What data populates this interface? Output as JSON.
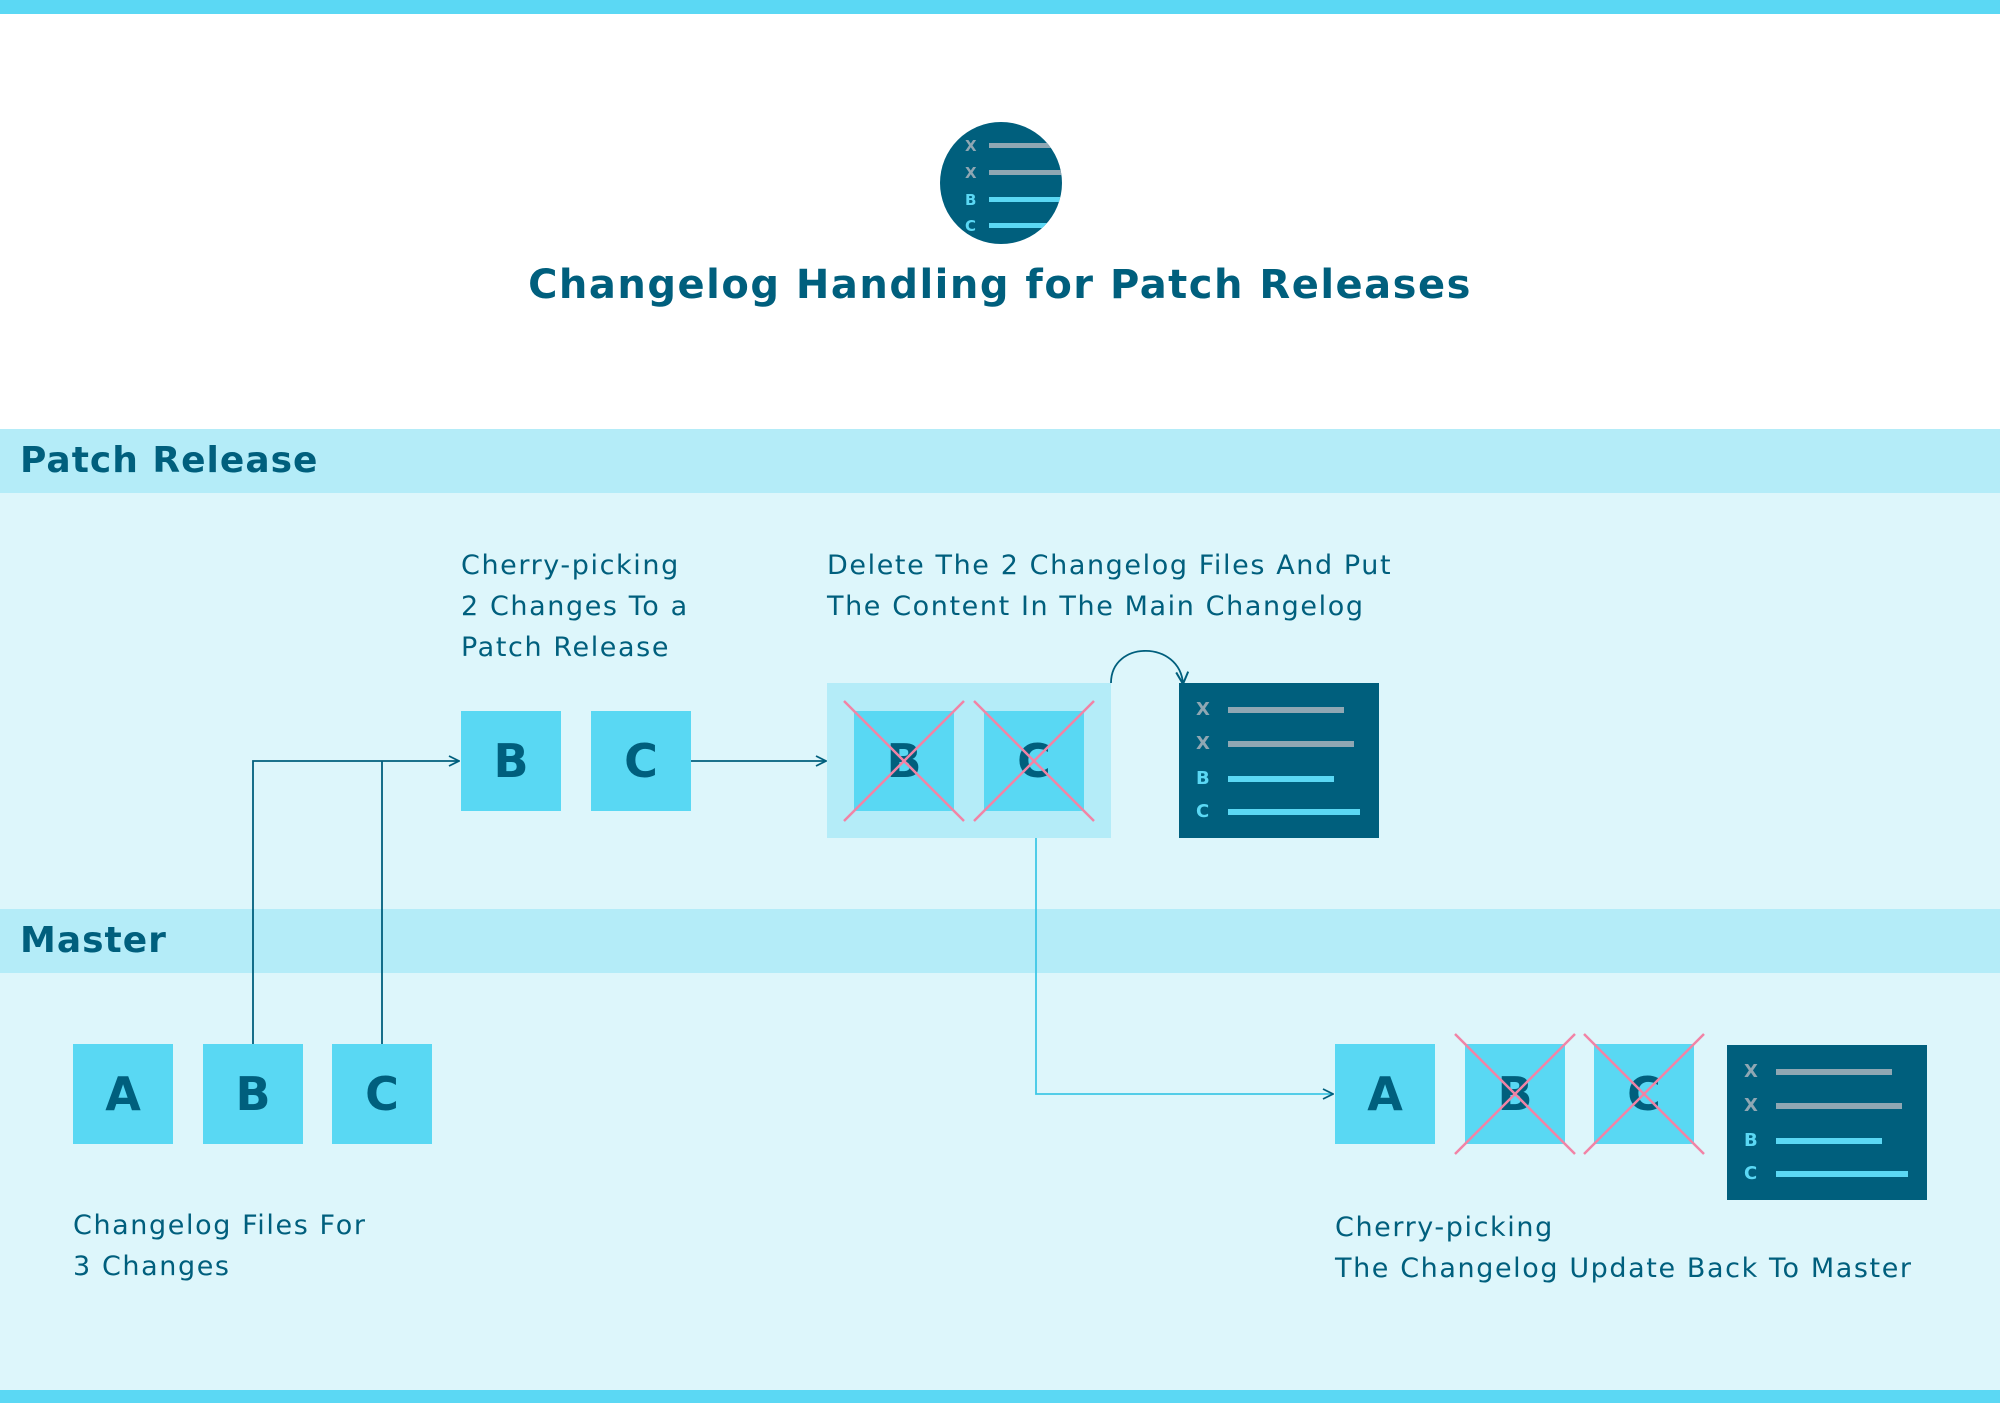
{
  "title": "Changelog Handling for Patch Releases",
  "colors": {
    "accent": "#5bd8f4",
    "lane_header": "#b4ecf8",
    "lane_background": "#ddf6fb",
    "text": "#005f7d",
    "box": "#59d8f3",
    "strike": "#f283a5"
  },
  "emblem": {
    "icon": "changelog-list-icon",
    "rows": [
      {
        "letter": "X",
        "state": "old"
      },
      {
        "letter": "X",
        "state": "old"
      },
      {
        "letter": "B",
        "state": "new"
      },
      {
        "letter": "C",
        "state": "new"
      }
    ]
  },
  "lanes": {
    "patch_release": {
      "title": "Patch Release",
      "caption_cherry_pick": [
        "Cherry-picking",
        "2 Changes To a",
        "Patch Release"
      ],
      "caption_delete": [
        "Delete The 2 Changelog Files And Put",
        "The Content In The Main Changelog"
      ],
      "picked_boxes": [
        "B",
        "C"
      ],
      "deleted_boxes": [
        "B",
        "C"
      ],
      "changelog_rows": [
        {
          "letter": "X",
          "state": "old"
        },
        {
          "letter": "X",
          "state": "old"
        },
        {
          "letter": "B",
          "state": "new"
        },
        {
          "letter": "C",
          "state": "new"
        }
      ]
    },
    "master": {
      "title": "Master",
      "caption_files": [
        "Changelog Files For",
        "3 Changes"
      ],
      "caption_back": [
        "Cherry-picking",
        "The Changelog Update Back To Master"
      ],
      "file_boxes": [
        "A",
        "B",
        "C"
      ],
      "result_boxes": [
        {
          "label": "A",
          "deleted": false
        },
        {
          "label": "B",
          "deleted": true
        },
        {
          "label": "C",
          "deleted": true
        }
      ],
      "changelog_rows": [
        {
          "letter": "X",
          "state": "old"
        },
        {
          "letter": "X",
          "state": "old"
        },
        {
          "letter": "B",
          "state": "new"
        },
        {
          "letter": "C",
          "state": "new"
        }
      ]
    }
  }
}
